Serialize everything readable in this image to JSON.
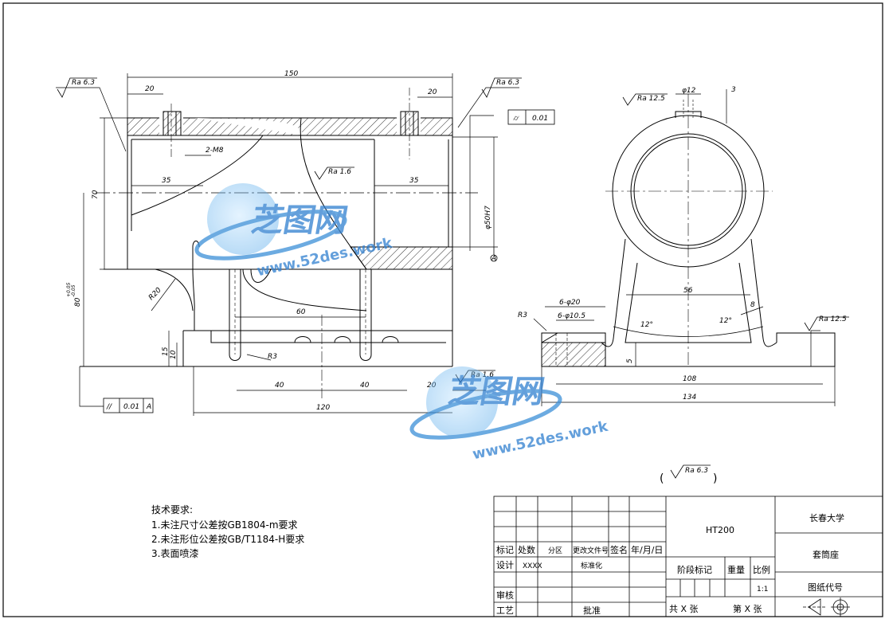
{
  "front_view": {
    "dims": {
      "total_length": "150",
      "left_boss_width": "20",
      "right_boss_width": "20",
      "thread_callout": "2-M8",
      "left_bore_depth": "35",
      "right_bore_depth": "35",
      "height_70": "70",
      "bore_dia": "φ50H7",
      "center_height": "80",
      "center_tol_upper": "+0.05",
      "center_tol_lower": "-0.05",
      "radius_20": "R20",
      "slot_spacing": "60",
      "base_15": "15",
      "base_10": "10",
      "radius_3": "R3",
      "hole_40_a": "40",
      "hole_40_b": "40",
      "edge_20": "20",
      "base_length": "120"
    },
    "roughness": {
      "top_left": "Ra 6.3",
      "top_right": "Ra 6.3",
      "bore": "Ra 1.6",
      "base": "Ra 1.6"
    },
    "tolerance_frame_top": {
      "symbol": "⌭",
      "value": "0.01"
    },
    "tolerance_frame_bottom": {
      "symbol": "//",
      "value": "0.01",
      "datum": "A"
    },
    "datum_label": "A"
  },
  "side_view": {
    "dims": {
      "top_hole": "φ12",
      "top_offset": "3",
      "counterbore": "6-φ20",
      "hole": "6-φ10.5",
      "radius": "R3",
      "leg_spacing": "56",
      "leg_thickness": "8",
      "angle_left": "12°",
      "angle_right": "12°",
      "base_height": "5",
      "hole_spacing": "108",
      "base_width": "134"
    },
    "roughness": {
      "top": "Ra 12.5",
      "right": "Ra 12.5"
    }
  },
  "general_roughness": "Ra 6.3",
  "requirements": {
    "title": "技术要求:",
    "items": [
      "1.未注尺寸公差按GB1804-m要求",
      "2.未注形位公差按GB/T1184-H要求",
      "3.表面喷漆"
    ]
  },
  "title_block": {
    "material": "HT200",
    "school": "长春大学",
    "part_name": "套筒座",
    "drawing_code_label": "图纸代号",
    "row_headers": [
      "标记",
      "处数",
      "分区",
      "更改文件号",
      "签名",
      "年/月/日"
    ],
    "design_label": "设计",
    "design_value": "XXXX",
    "standard_label": "标准化",
    "review_label": "审核",
    "process_label": "工艺",
    "approve_label": "批准",
    "stage_label": "阶段标记",
    "weight_label": "重量",
    "scale_label": "比例",
    "scale_value": "1:1",
    "sheets_total": "共 X 张",
    "sheet_no": "第 X 张"
  },
  "watermark": {
    "brand": "芝图网",
    "url": "www.52des.work"
  }
}
